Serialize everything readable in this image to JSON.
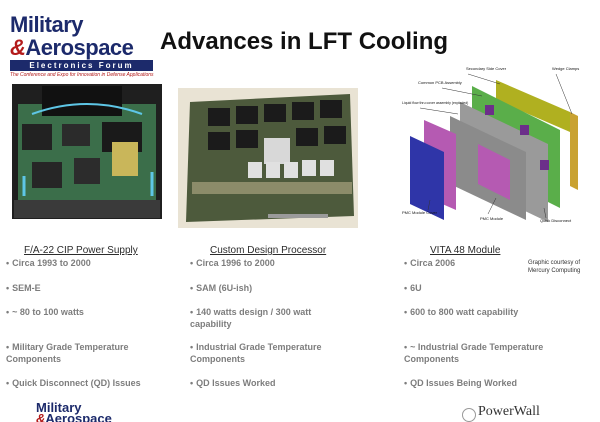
{
  "logo": {
    "line1": "Military",
    "line2_amp": "&",
    "line2_word": "Aerospace",
    "line3": "Electronics Forum",
    "line4": "The Conference and Expo for Innovation in Defense Applications"
  },
  "title": "Advances in LFT Cooling",
  "diagram_labels": {
    "secondary_side_cover": "Secondary Side Cover",
    "wedge_clamps": "Wedge Clamps",
    "common_pcb_assembly": "Common PCB Assembly",
    "liquid_flow_thru": "Liquid flow thru cover assembly (exploded)",
    "pmc_module_cover": "PMC Module Cover",
    "pmc_module": "PMC Module",
    "quick_disconnect": "Quick Disconnect"
  },
  "columns": [
    {
      "heading": "F/A-22 CIP Power Supply",
      "bullets": [
        "Circa 1993 to 2000",
        "SEM-E",
        "~ 80 to 100 watts",
        "Military Grade Temperature Components",
        "Quick Disconnect (QD) Issues"
      ]
    },
    {
      "heading": "Custom Design Processor",
      "bullets": [
        "Circa 1996 to 2000",
        "SAM (6U-ish)",
        "140 watts design / 300 watt capability",
        "Industrial Grade Temperature Components",
        "QD Issues Worked"
      ]
    },
    {
      "heading": "VITA 48 Module",
      "bullets": [
        "Circa 2006",
        "6U",
        "600 to 800 watt capability",
        "~ Industrial Grade Temperature Components",
        "QD Issues Being Worked"
      ]
    }
  ],
  "courtesy": {
    "line1": "Graphic courtesy of",
    "line2": "Mercury Computing"
  },
  "footer": {
    "logo_line1": "Military",
    "logo_amp": "&",
    "logo_word": "Aerospace",
    "right_text": "PowerWall"
  },
  "bullet_char": "•"
}
